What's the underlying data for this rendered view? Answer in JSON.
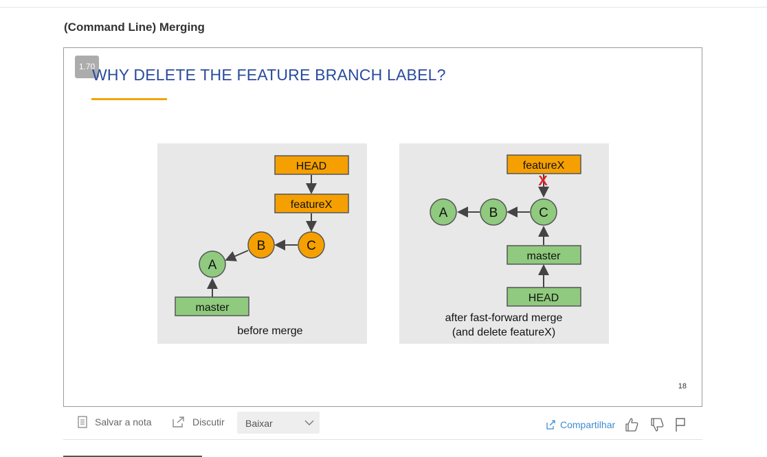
{
  "page": {
    "title": "(Command Line) Merging"
  },
  "player": {
    "speed": "1.70",
    "slide_number": "18"
  },
  "slide": {
    "heading": "WHY DELETE THE FEATURE BRANCH LABEL?",
    "before": {
      "head_label": "HEAD",
      "feature_label": "featureX",
      "master_label": "master",
      "commits": [
        "A",
        "B",
        "C"
      ],
      "caption": "before merge"
    },
    "after": {
      "feature_label": "featureX",
      "deleted_mark": "X",
      "master_label": "master",
      "head_label": "HEAD",
      "commits": [
        "A",
        "B",
        "C"
      ],
      "caption_line1": "after fast-forward merge",
      "caption_line2": "(and delete featureX)"
    }
  },
  "actions": {
    "save_label": "Salvar a nota",
    "discuss_label": "Discutir",
    "download_label": "Baixar",
    "share_label": "Compartilhar"
  },
  "colors": {
    "heading": "#2a4a9c",
    "accent_underline": "#f0a500",
    "panel_bg": "#e8e8e8",
    "orange_fill": "#f5a000",
    "green_fill": "#8fca7e",
    "deleted_red": "#e02020",
    "link_blue": "#3e8ad0"
  },
  "icons": [
    "note-icon",
    "share-out-icon",
    "chevron-down-icon",
    "share-link-icon",
    "thumbs-up-icon",
    "thumbs-down-icon",
    "flag-icon"
  ]
}
